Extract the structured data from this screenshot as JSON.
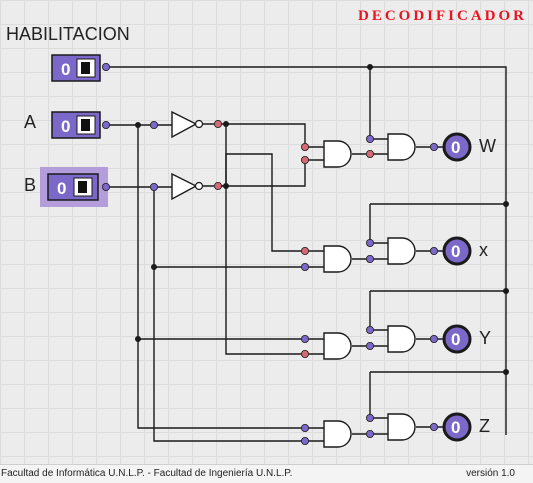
{
  "title": "DECODIFICADOR",
  "inputs": {
    "habilitacion": {
      "label": "HABILITACION",
      "value": "0"
    },
    "a": {
      "label": "A",
      "value": "0"
    },
    "b": {
      "label": "B",
      "value": "0",
      "selected": true
    }
  },
  "outputs": [
    {
      "label": "W",
      "value": "0"
    },
    {
      "label": "x",
      "value": "0"
    },
    {
      "label": "Y",
      "value": "0"
    },
    {
      "label": "Z",
      "value": "0"
    }
  ],
  "footer": {
    "left": "Facultad de Informática U.N.L.P. - Facultad de Ingeniería U.N.L.P.",
    "right": "versión 1.0"
  },
  "colors": {
    "title": "#e8141e",
    "switch": "#7b68c8",
    "selection": "#b39ddb",
    "pin_red": "#d46a78",
    "pin_blue": "#7b68c8",
    "wire": "#1a1a1a"
  }
}
